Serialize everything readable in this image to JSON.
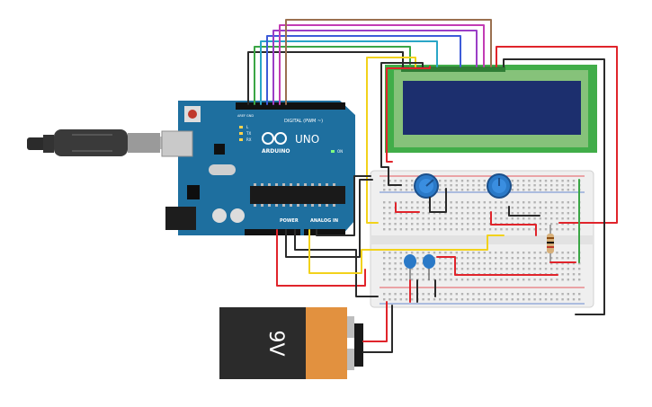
{
  "arduino": {
    "brand": "ARDUINO",
    "model": "UNO",
    "digital_label": "DIGITAL (PWM ~)",
    "power_label": "POWER",
    "analog_label": "ANALOG IN",
    "tx_label": "TX",
    "rx_label": "RX",
    "l_label": "L",
    "on_label": "ON",
    "aref_label": "AREF",
    "gnd_label": "GND"
  },
  "battery": {
    "label": "9V"
  },
  "colors": {
    "arduino_board": "#1e6f9f",
    "lcd_board": "#41ad49",
    "lcd_screen": "#1c2f6e",
    "breadboard": "#f0f0f0",
    "battery_body": "#2b2b2b",
    "battery_label": "#e2913f",
    "pot": "#2a79c7",
    "wire_red": "#e0242b",
    "wire_black": "#2a2a2a",
    "wire_yellow": "#f2d21b",
    "wire_green": "#3aa645"
  }
}
